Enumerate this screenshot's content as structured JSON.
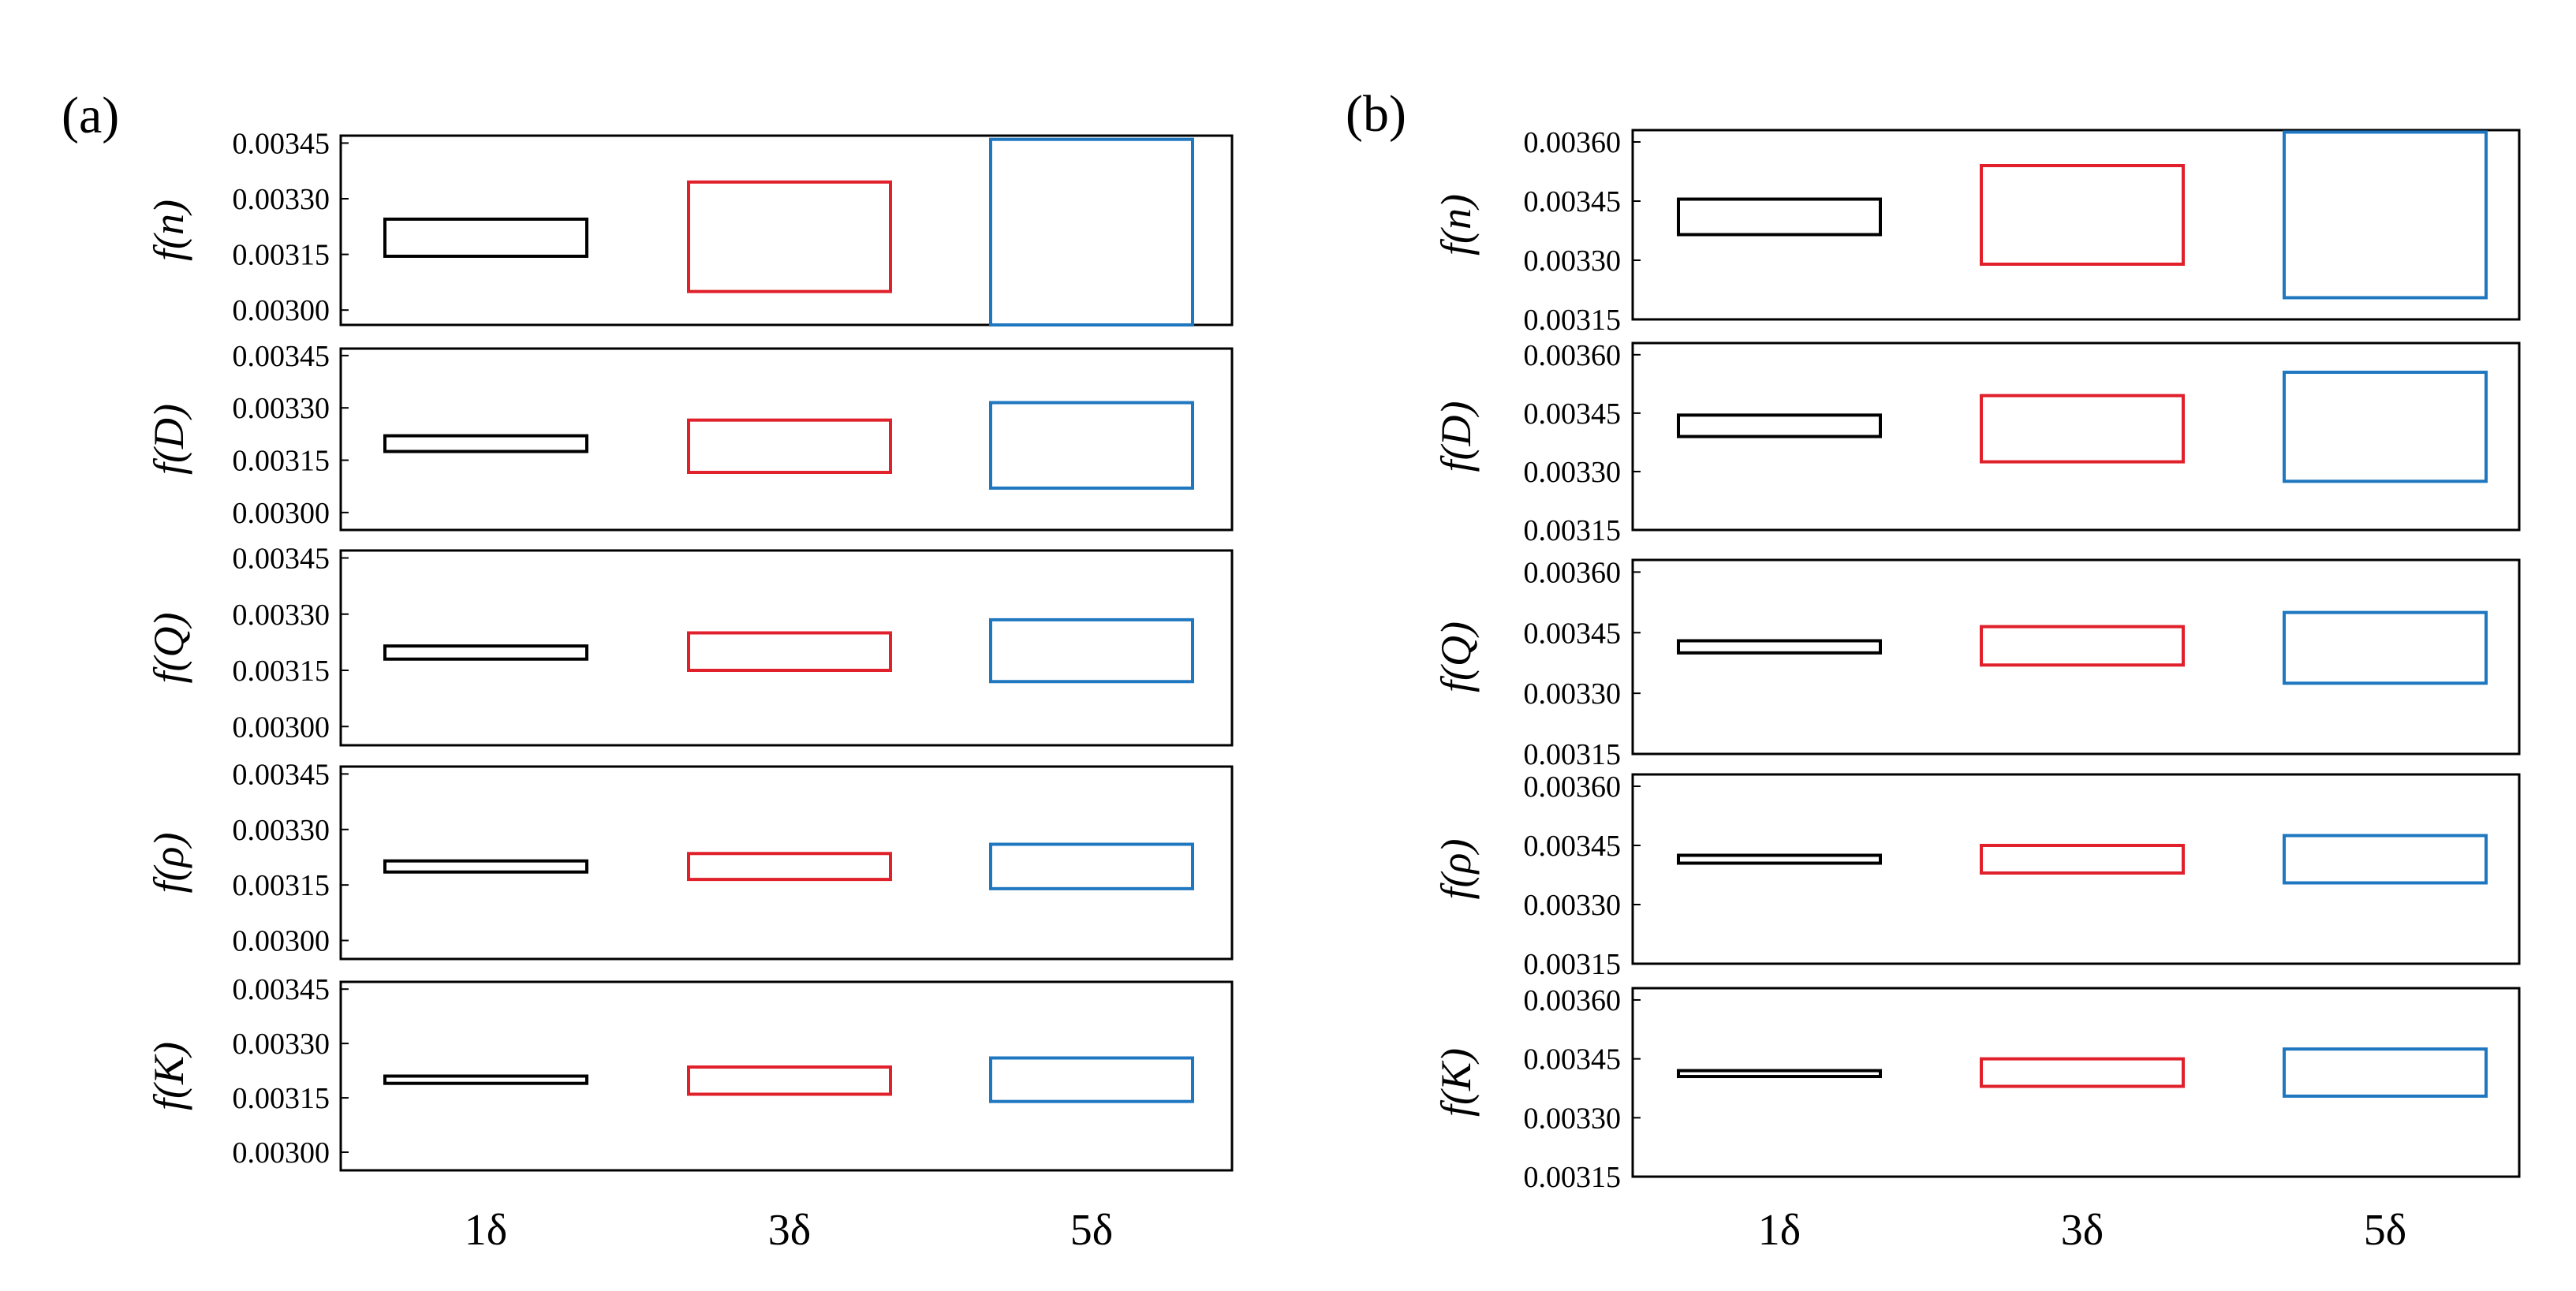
{
  "chart_data": [
    {
      "type": "interval",
      "panel_label": "(a)",
      "categories": [
        "1δ",
        "3δ",
        "5δ"
      ],
      "category_colors": [
        "#000000",
        "#e0202a",
        "#1f77c0"
      ],
      "subplots": [
        {
          "ylabel": "f(n)",
          "ylim": [
            0.00296,
            0.00347
          ],
          "yticks": [
            "0.00300",
            "0.00315",
            "0.00330",
            "0.00345"
          ],
          "intervals": [
            [
              0.003145,
              0.003245
            ],
            [
              0.00305,
              0.003345
            ],
            [
              0.00296,
              0.00346
            ]
          ]
        },
        {
          "ylabel": "f(D)",
          "ylim": [
            0.00295,
            0.00347
          ],
          "yticks": [
            "0.00300",
            "0.00315",
            "0.00330",
            "0.00345"
          ],
          "intervals": [
            [
              0.003175,
              0.00322
            ],
            [
              0.003115,
              0.003265
            ],
            [
              0.00307,
              0.003315
            ]
          ]
        },
        {
          "ylabel": "f(Q)",
          "ylim": [
            0.00295,
            0.00347
          ],
          "yticks": [
            "0.00300",
            "0.00315",
            "0.00330",
            "0.00345"
          ],
          "intervals": [
            [
              0.00318,
              0.003215
            ],
            [
              0.00315,
              0.00325
            ],
            [
              0.00312,
              0.003285
            ]
          ]
        },
        {
          "ylabel": "f(ρ)",
          "ylim": [
            0.00295,
            0.00347
          ],
          "yticks": [
            "0.00300",
            "0.00315",
            "0.00330",
            "0.00345"
          ],
          "intervals": [
            [
              0.003185,
              0.003215
            ],
            [
              0.003165,
              0.003235
            ],
            [
              0.00314,
              0.00326
            ]
          ]
        },
        {
          "ylabel": "f(K)",
          "ylim": [
            0.00295,
            0.00347
          ],
          "yticks": [
            "0.00300",
            "0.00315",
            "0.00330",
            "0.00345"
          ],
          "intervals": [
            [
              0.00319,
              0.00321
            ],
            [
              0.00316,
              0.003235
            ],
            [
              0.00314,
              0.00326
            ]
          ]
        }
      ]
    },
    {
      "type": "interval",
      "panel_label": "(b)",
      "categories": [
        "1δ",
        "3δ",
        "5δ"
      ],
      "category_colors": [
        "#000000",
        "#e0202a",
        "#1f77c0"
      ],
      "subplots": [
        {
          "ylabel": "f(n)",
          "ylim": [
            0.00315,
            0.00363
          ],
          "yticks": [
            "0.00315",
            "0.00330",
            "0.00345",
            "0.00360"
          ],
          "intervals": [
            [
              0.003365,
              0.003455
            ],
            [
              0.00329,
              0.00354
            ],
            [
              0.003205,
              0.003625
            ]
          ]
        },
        {
          "ylabel": "f(D)",
          "ylim": [
            0.00315,
            0.00363
          ],
          "yticks": [
            "0.00315",
            "0.00330",
            "0.00345",
            "0.00360"
          ],
          "intervals": [
            [
              0.00339,
              0.003445
            ],
            [
              0.003325,
              0.003495
            ],
            [
              0.003275,
              0.003555
            ]
          ]
        },
        {
          "ylabel": "f(Q)",
          "ylim": [
            0.00315,
            0.00363
          ],
          "yticks": [
            "0.00315",
            "0.00330",
            "0.00345",
            "0.00360"
          ],
          "intervals": [
            [
              0.0034,
              0.00343
            ],
            [
              0.00337,
              0.003465
            ],
            [
              0.003325,
              0.0035
            ]
          ]
        },
        {
          "ylabel": "f(ρ)",
          "ylim": [
            0.00315,
            0.00363
          ],
          "yticks": [
            "0.00315",
            "0.00330",
            "0.00345",
            "0.00360"
          ],
          "intervals": [
            [
              0.003405,
              0.003425
            ],
            [
              0.00338,
              0.00345
            ],
            [
              0.003355,
              0.003475
            ]
          ]
        },
        {
          "ylabel": "f(K)",
          "ylim": [
            0.00315,
            0.00363
          ],
          "yticks": [
            "0.00315",
            "0.00330",
            "0.00345",
            "0.00360"
          ],
          "intervals": [
            [
              0.003405,
              0.00342
            ],
            [
              0.00338,
              0.00345
            ],
            [
              0.003355,
              0.003475
            ]
          ]
        }
      ]
    }
  ]
}
